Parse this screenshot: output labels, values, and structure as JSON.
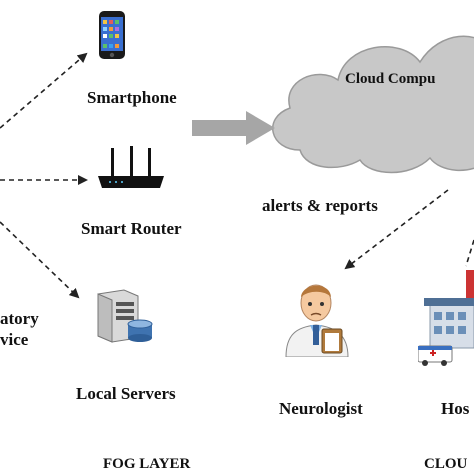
{
  "cloud": {
    "label": "Cloud Compu"
  },
  "fog": {
    "devices": [
      {
        "label": "Smartphone",
        "icon": "smartphone-icon"
      },
      {
        "label": "Smart Router",
        "icon": "router-icon"
      },
      {
        "label": "Local Servers",
        "icon": "server-icon"
      }
    ],
    "layer_label": "FOG LAYER"
  },
  "left_device": {
    "line1": "atory",
    "line2": "vice"
  },
  "flow": {
    "alerts_label": "alerts & reports"
  },
  "recipients": [
    {
      "label": "Neurologist",
      "icon": "doctor-icon"
    },
    {
      "label": "Hos",
      "icon": "hospital-icon"
    }
  ],
  "cloud_layer_label": "CLOU",
  "colors": {
    "cloud_fill": "#c8c8c8",
    "arrow_gray": "#a6a6a6",
    "dashed": "#222222"
  }
}
